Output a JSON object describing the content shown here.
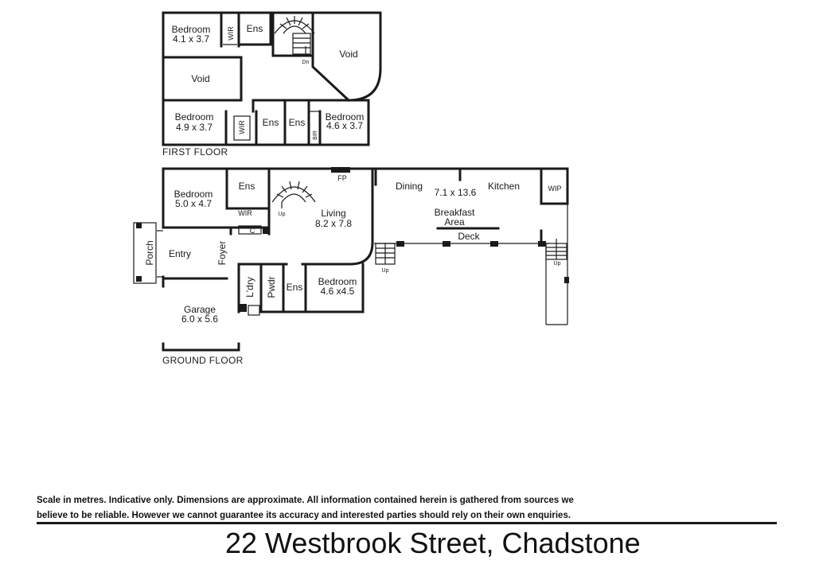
{
  "first_floor": {
    "label": "FIRST FLOOR",
    "rooms": [
      {
        "name": "Bedroom",
        "size": "4.1 x 3.7"
      },
      {
        "name": "WIR"
      },
      {
        "name": "Ens"
      },
      {
        "name": "Void"
      },
      {
        "name": "Void"
      },
      {
        "name": "Bedroom",
        "size": "4.9 x 3.7"
      },
      {
        "name": "WIR"
      },
      {
        "name": "Ens"
      },
      {
        "name": "Ens"
      },
      {
        "name": "BIR"
      },
      {
        "name": "Bedroom",
        "size": "4.6 x 3.7"
      }
    ],
    "stair_label": "Dn"
  },
  "ground_floor": {
    "label": "GROUND FLOOR",
    "rooms": [
      {
        "name": "Bedroom",
        "size": "5.0 x 4.7"
      },
      {
        "name": "Ens"
      },
      {
        "name": "WIR"
      },
      {
        "name": "C"
      },
      {
        "name": "FP"
      },
      {
        "name": "Living",
        "size": "8.2 x 7.8"
      },
      {
        "name": "Dining"
      },
      {
        "name": "Kitchen"
      },
      {
        "name": "WIP"
      },
      {
        "name": "Breakfast"
      },
      {
        "name": "Area"
      },
      {
        "name": "Deck"
      },
      {
        "name": "Porch"
      },
      {
        "name": "Entry"
      },
      {
        "name": "Foyer"
      },
      {
        "name": "L'dry"
      },
      {
        "name": "Pwdr"
      },
      {
        "name": "Ens"
      },
      {
        "name": "Bedroom",
        "size": "4.6 x4.5"
      },
      {
        "name": "Garage",
        "size": "6.0 x 5.6"
      }
    ],
    "living_dims": "7.1 x 13.6",
    "stair_labels": [
      "Up",
      "Up",
      "Up"
    ]
  },
  "disclaimer": {
    "line1": "Scale in metres. Indicative only. Dimensions are approximate. All information contained herein is gathered from sources we",
    "line2": "believe to be reliable. However we cannot guarantee its accuracy and interested parties should rely on their own enquiries."
  },
  "address": "22 Westbrook Street, Chadstone"
}
